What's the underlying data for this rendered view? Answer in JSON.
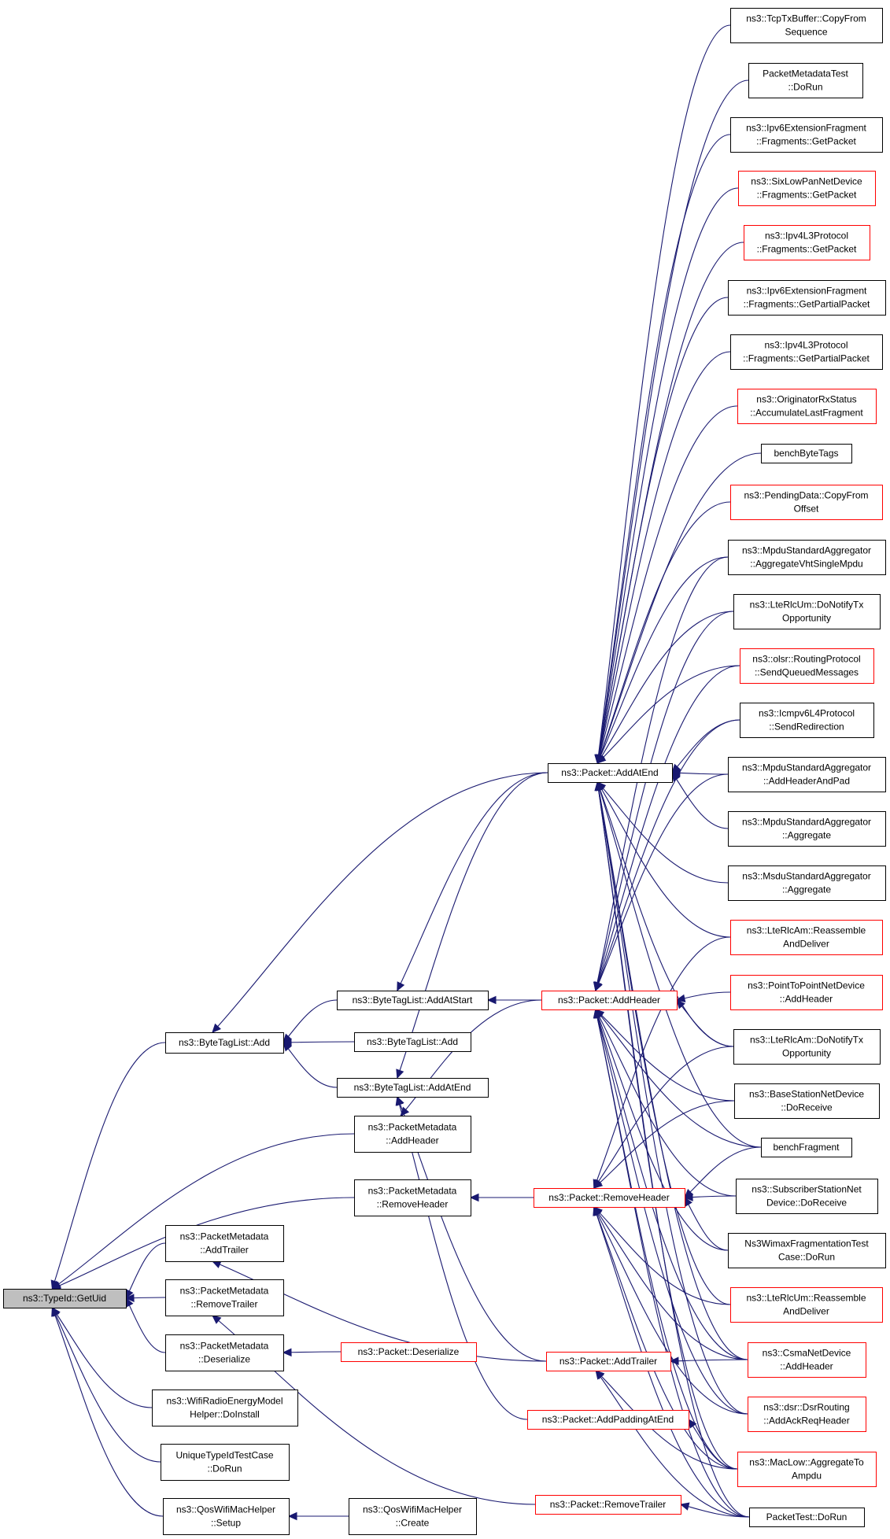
{
  "colors": {
    "edge": "#191970",
    "border_default": "#000000",
    "border_external": "#ff0000",
    "root_fill": "#bfbfbf"
  },
  "nodes": [
    {
      "id": "root",
      "lines": [
        "ns3::TypeId::GetUid"
      ],
      "style": "root"
    },
    {
      "id": "btl_add",
      "lines": [
        "ns3::ByteTagList::Add"
      ],
      "style": "black"
    },
    {
      "id": "pm_addheader",
      "lines": [
        "ns3::PacketMetadata",
        "::AddHeader"
      ],
      "style": "black"
    },
    {
      "id": "pm_removeheader",
      "lines": [
        "ns3::PacketMetadata",
        "::RemoveHeader"
      ],
      "style": "black"
    },
    {
      "id": "pm_addtrailer",
      "lines": [
        "ns3::PacketMetadata",
        "::AddTrailer"
      ],
      "style": "black"
    },
    {
      "id": "pm_removetrailer",
      "lines": [
        "ns3::PacketMetadata",
        "::RemoveTrailer"
      ],
      "style": "black"
    },
    {
      "id": "pm_deserialize",
      "lines": [
        "ns3::PacketMetadata",
        "::Deserialize"
      ],
      "style": "black"
    },
    {
      "id": "wifi_energy",
      "lines": [
        "ns3::WifiRadioEnergyModel",
        "Helper::DoInstall"
      ],
      "style": "black"
    },
    {
      "id": "unique_typeid",
      "lines": [
        "UniqueTypeIdTestCase",
        "::DoRun"
      ],
      "style": "black"
    },
    {
      "id": "qos_setup",
      "lines": [
        "ns3::QosWifiMacHelper",
        "::Setup"
      ],
      "style": "black"
    },
    {
      "id": "btl_addatstart",
      "lines": [
        "ns3::ByteTagList::AddAtStart"
      ],
      "style": "black"
    },
    {
      "id": "btl_add2",
      "lines": [
        "ns3::ByteTagList::Add"
      ],
      "style": "black"
    },
    {
      "id": "btl_addatend",
      "lines": [
        "ns3::ByteTagList::AddAtEnd"
      ],
      "style": "black"
    },
    {
      "id": "pkt_deserialize",
      "lines": [
        "ns3::Packet::Deserialize"
      ],
      "style": "red"
    },
    {
      "id": "qos_create",
      "lines": [
        "ns3::QosWifiMacHelper",
        "::Create"
      ],
      "style": "black"
    },
    {
      "id": "pkt_addatend",
      "lines": [
        "ns3::Packet::AddAtEnd"
      ],
      "style": "black"
    },
    {
      "id": "pkt_addheader",
      "lines": [
        "ns3::Packet::AddHeader"
      ],
      "style": "red"
    },
    {
      "id": "pkt_removeheader",
      "lines": [
        "ns3::Packet::RemoveHeader"
      ],
      "style": "red"
    },
    {
      "id": "pkt_addtrailer",
      "lines": [
        "ns3::Packet::AddTrailer"
      ],
      "style": "red"
    },
    {
      "id": "pkt_addpadding",
      "lines": [
        "ns3::Packet::AddPaddingAtEnd"
      ],
      "style": "red"
    },
    {
      "id": "pkt_removetrailer",
      "lines": [
        "ns3::Packet::RemoveTrailer"
      ],
      "style": "red"
    },
    {
      "id": "r_tcptx",
      "lines": [
        "ns3::TcpTxBuffer::CopyFrom",
        "Sequence"
      ],
      "style": "black"
    },
    {
      "id": "r_pmtest",
      "lines": [
        "PacketMetadataTest",
        "::DoRun"
      ],
      "style": "black"
    },
    {
      "id": "r_ipv6frag_get",
      "lines": [
        "ns3::Ipv6ExtensionFragment",
        "::Fragments::GetPacket"
      ],
      "style": "black"
    },
    {
      "id": "r_sixlowpan",
      "lines": [
        "ns3::SixLowPanNetDevice",
        "::Fragments::GetPacket"
      ],
      "style": "red"
    },
    {
      "id": "r_ipv4l3_get",
      "lines": [
        "ns3::Ipv4L3Protocol",
        "::Fragments::GetPacket"
      ],
      "style": "red"
    },
    {
      "id": "r_ipv6frag_partial",
      "lines": [
        "ns3::Ipv6ExtensionFragment",
        "::Fragments::GetPartialPacket"
      ],
      "style": "black"
    },
    {
      "id": "r_ipv4l3_partial",
      "lines": [
        "ns3::Ipv4L3Protocol",
        "::Fragments::GetPartialPacket"
      ],
      "style": "black"
    },
    {
      "id": "r_originator",
      "lines": [
        "ns3::OriginatorRxStatus",
        "::AccumulateLastFragment"
      ],
      "style": "red"
    },
    {
      "id": "r_benchbytetags",
      "lines": [
        "benchByteTags"
      ],
      "style": "black"
    },
    {
      "id": "r_pendingdata",
      "lines": [
        "ns3::PendingData::CopyFrom",
        "Offset"
      ],
      "style": "red"
    },
    {
      "id": "r_mpdu_vht",
      "lines": [
        "ns3::MpduStandardAggregator",
        "::AggregateVhtSingleMpdu"
      ],
      "style": "black"
    },
    {
      "id": "r_lterlcum_notify",
      "lines": [
        "ns3::LteRlcUm::DoNotifyTx",
        "Opportunity"
      ],
      "style": "black"
    },
    {
      "id": "r_olsr",
      "lines": [
        "ns3::olsr::RoutingProtocol",
        "::SendQueuedMessages"
      ],
      "style": "red"
    },
    {
      "id": "r_icmpv6",
      "lines": [
        "ns3::Icmpv6L4Protocol",
        "::SendRedirection"
      ],
      "style": "black"
    },
    {
      "id": "r_mpdu_addhdr",
      "lines": [
        "ns3::MpduStandardAggregator",
        "::AddHeaderAndPad"
      ],
      "style": "black"
    },
    {
      "id": "r_mpdu_agg",
      "lines": [
        "ns3::MpduStandardAggregator",
        "::Aggregate"
      ],
      "style": "black"
    },
    {
      "id": "r_msdu_agg",
      "lines": [
        "ns3::MsduStandardAggregator",
        "::Aggregate"
      ],
      "style": "black"
    },
    {
      "id": "r_lterlcam_reassemble",
      "lines": [
        "ns3::LteRlcAm::Reassemble",
        "AndDeliver"
      ],
      "style": "red"
    },
    {
      "id": "r_p2p",
      "lines": [
        "ns3::PointToPointNetDevice",
        "::AddHeader"
      ],
      "style": "red"
    },
    {
      "id": "r_lterlcam_notify",
      "lines": [
        "ns3::LteRlcAm::DoNotifyTx",
        "Opportunity"
      ],
      "style": "black"
    },
    {
      "id": "r_basestation",
      "lines": [
        "ns3::BaseStationNetDevice",
        "::DoReceive"
      ],
      "style": "black"
    },
    {
      "id": "r_benchfragment",
      "lines": [
        "benchFragment"
      ],
      "style": "black"
    },
    {
      "id": "r_subscriber",
      "lines": [
        "ns3::SubscriberStationNet",
        "Device::DoReceive"
      ],
      "style": "black"
    },
    {
      "id": "r_wimaxfrag",
      "lines": [
        "Ns3WimaxFragmentationTest",
        "Case::DoRun"
      ],
      "style": "black"
    },
    {
      "id": "r_lterlcum_reassemble",
      "lines": [
        "ns3::LteRlcUm::Reassemble",
        "AndDeliver"
      ],
      "style": "red"
    },
    {
      "id": "r_csma",
      "lines": [
        "ns3::CsmaNetDevice",
        "::AddHeader"
      ],
      "style": "red"
    },
    {
      "id": "r_dsr",
      "lines": [
        "ns3::dsr::DsrRouting",
        "::AddAckReqHeader"
      ],
      "style": "red"
    },
    {
      "id": "r_maclow",
      "lines": [
        "ns3::MacLow::AggregateTo",
        "Ampdu"
      ],
      "style": "red"
    },
    {
      "id": "r_packettest",
      "lines": [
        "PacketTest::DoRun"
      ],
      "style": "black"
    }
  ]
}
